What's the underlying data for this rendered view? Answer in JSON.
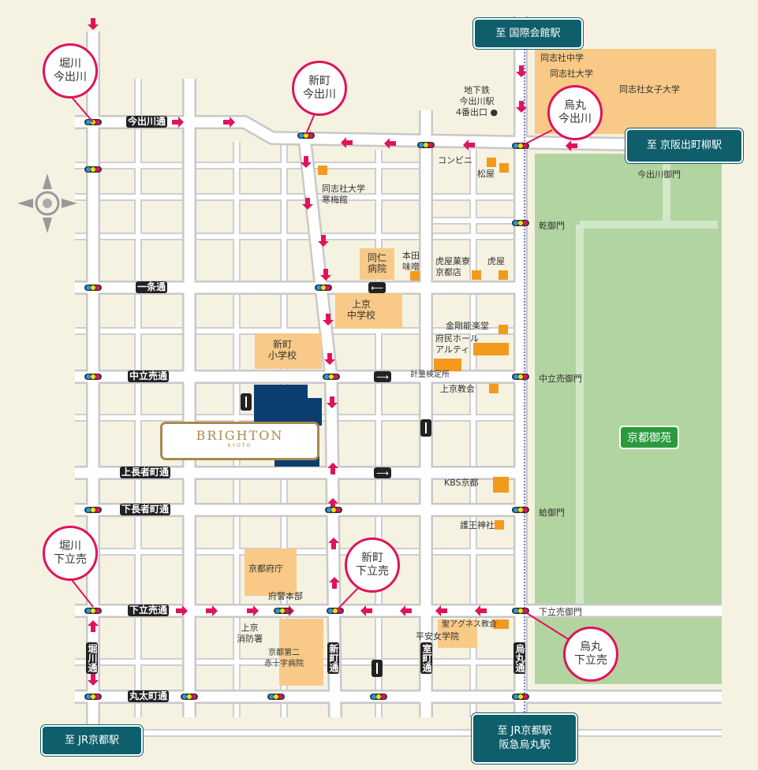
{
  "colors": {
    "road": "#ffffff",
    "block": "#efedd8",
    "park": "#b2d4a1",
    "school": "#f8c987",
    "accent": "#e0135b",
    "dest": "#0e5f6b",
    "hotel_building": "#0b3d6e"
  },
  "destinations": [
    {
      "text": "至 国際会館駅"
    },
    {
      "text": "至 京阪出町柳駅"
    },
    {
      "text": "至 JR京都駅"
    },
    {
      "text": "至 JR京都駅\n阪急烏丸駅"
    }
  ],
  "intersections": [
    {
      "text": "堀川\n今出川"
    },
    {
      "text": "新町\n今出川"
    },
    {
      "text": "烏丸\n今出川"
    },
    {
      "text": "堀川\n下立売"
    },
    {
      "text": "新町\n下立売"
    },
    {
      "text": "烏丸\n下立売"
    }
  ],
  "streets": {
    "imadegawa": "今出川通",
    "ichijo": "一条通",
    "nakadachiuri": "中立売通",
    "kamichojamachi": "上長者町通",
    "shimochojamachi": "下長者町通",
    "shimodachiuri": "下立売通",
    "marutamachi": "丸太町通",
    "horikawa": "堀川通",
    "shinmachi": "新町通",
    "muromachi": "室町通",
    "karasuma": "烏丸通"
  },
  "gates": [
    "今出川御門",
    "乾御門",
    "中立売御門",
    "蛤御門",
    "下立売御門"
  ],
  "park": "京都御苑",
  "hotel": {
    "name": "BRIGHTON",
    "sub": "KYOTO"
  },
  "places": [
    "同志社中学",
    "同志社大学",
    "同志社女子大学",
    "地下鉄\n今出川駅\n4番出口 ●",
    "コンビニ",
    "松屋",
    "同志社大学\n寒梅館",
    "同仁\n病院",
    "本田\n味噌",
    "虎屋菓寮\n京都店",
    "虎屋",
    "上京\n中学校",
    "新町\n小学校",
    "金剛能楽堂",
    "府民ホール\nアルティ",
    "計量検定所",
    "上京教会",
    "KBS京都",
    "護王神社",
    "京都府庁",
    "府警本部",
    "上京\n消防署",
    "京都第二\n赤十字病院",
    "聖アグネス教会",
    "平安女学院"
  ]
}
